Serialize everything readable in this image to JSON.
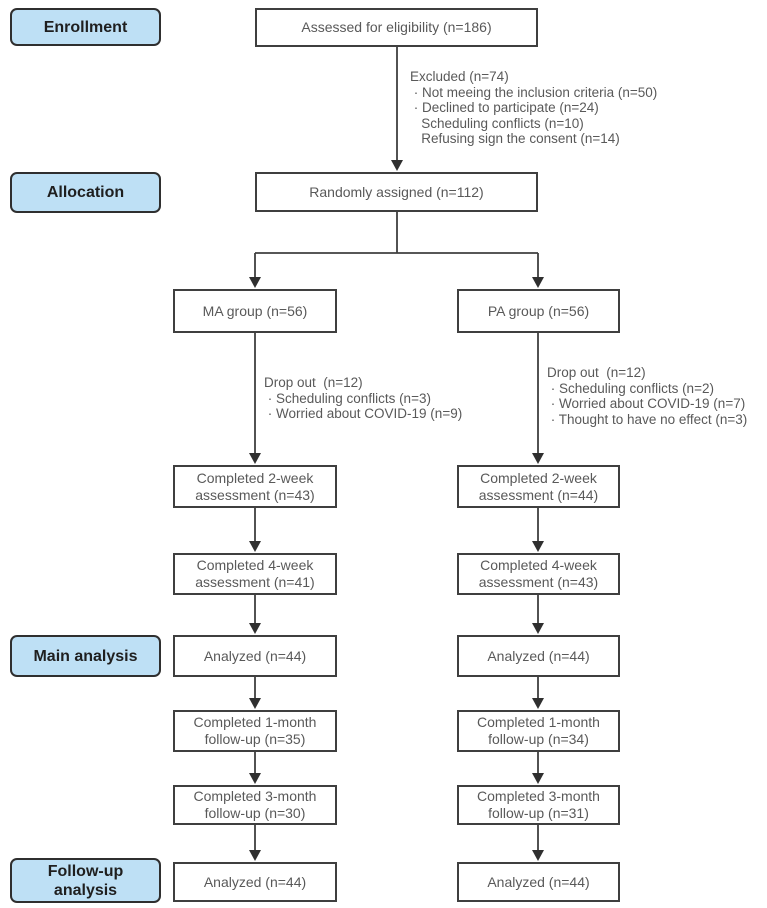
{
  "stages": {
    "enrollment": "Enrollment",
    "allocation": "Allocation",
    "main_analysis": "Main analysis",
    "followup_analysis": "Follow-up analysis"
  },
  "flow": {
    "assessed": "Assessed for eligibility (n=186)",
    "excluded": {
      "title": "Excluded (n=74)",
      "line1": " · Not meeing the inclusion criteria (n=50)",
      "line2": " · Declined to participate (n=24)",
      "line3": "   Scheduling conflicts (n=10)",
      "line4": "   Refusing sign the consent (n=14)"
    },
    "randomized": "Randomly assigned (n=112)",
    "left": {
      "group": "MA group (n=56)",
      "dropout": {
        "title": "Drop out  (n=12)",
        "line1": " · Scheduling conflicts (n=3)",
        "line2": " · Worried about COVID-19 (n=9)"
      },
      "week2": "Completed 2-week assessment (n=43)",
      "week4": "Completed 4-week assessment (n=41)",
      "analyzed_main": "Analyzed (n=44)",
      "month1": "Completed 1-month follow-up (n=35)",
      "month3": "Completed 3-month follow-up (n=30)",
      "analyzed_followup": "Analyzed (n=44)"
    },
    "right": {
      "group": "PA group (n=56)",
      "dropout": {
        "title": "Drop out  (n=12)",
        "line1": " · Scheduling conflicts (n=2)",
        "line2": " · Worried about COVID-19 (n=7)",
        "line3": " · Thought to have no effect (n=3)"
      },
      "week2": "Completed 2-week assessment (n=44)",
      "week4": "Completed 4-week assessment (n=43)",
      "analyzed_main": "Analyzed (n=44)",
      "month1": "Completed 1-month follow-up (n=34)",
      "month3": "Completed 3-month follow-up (n=31)",
      "analyzed_followup": "Analyzed (n=44)"
    }
  },
  "colors": {
    "stage_fill": "#bee0f5",
    "border": "#3f3f3f",
    "box_text": "#595959",
    "stage_text": "#1f1f1f"
  }
}
